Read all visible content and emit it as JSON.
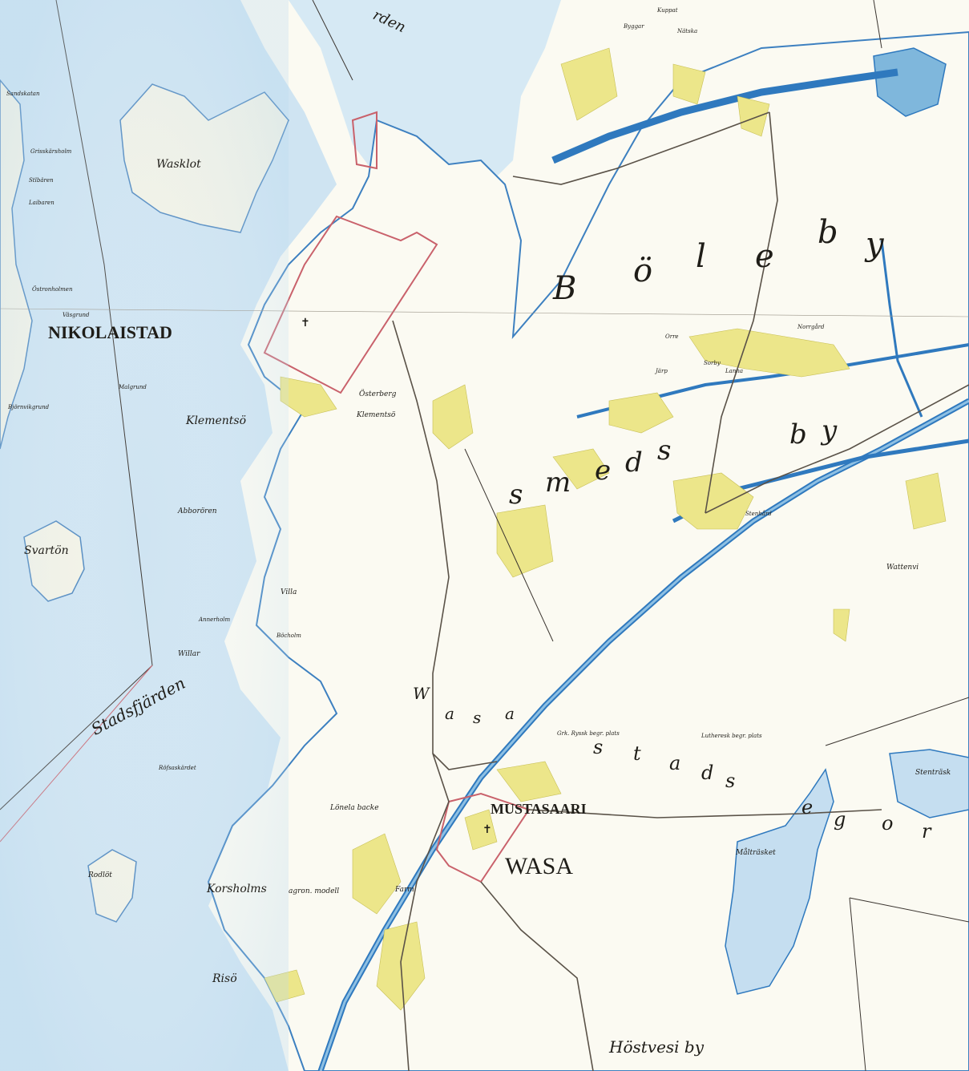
{
  "colors": {
    "paper": "#fbfaf2",
    "water": "#c9e2f1",
    "water_deep": "#7fb7dc",
    "river": "#2f79be",
    "field": "#ece68a",
    "boundary_red": "#c9616b",
    "road": "#5a5248"
  },
  "labels": {
    "nikolaistad": "NIKOLAISTAD",
    "mustasaari": "MUSTASAARI",
    "wasa": "WASA",
    "wasklot": "Wasklot",
    "klementso": "Klementsö",
    "klementso_small": "Klementsö",
    "abbororen": "Abborören",
    "svarton": "Svartön",
    "stadsfjarden": "Stadsfjärden",
    "osterberg": "Österberg",
    "villa": "Villa",
    "willar": "Willar",
    "bocholm": "Böcholm",
    "fjordens": "rden",
    "rodlot": "Rodlöt",
    "korsholms": "Korsholms",
    "agronom": "agron. modell",
    "farm": "Farm",
    "riso": "Risö",
    "lonela": "Lönela backe",
    "hostvesi": "Höstvesi by",
    "maltraksket": "Målträsket",
    "stentrask": "Stenträsk",
    "wattenvi": "Wattenvi",
    "gr_begr": "Grk. Ryssk begr. plats",
    "luth_begr": "Lutheresk begr. plats",
    "malgrund": "Malgrund",
    "bjornvikgrund": "Björnvikgrund",
    "ostronholmen": "Östronholmen",
    "vasgrund": "Väsgrund",
    "grisskarsholm": "Grisskärsholm",
    "sandskatan": "Sandskatan",
    "norrgard": "Norrgård",
    "orre": "Orre",
    "jarp": "Järp",
    "sorby": "Sorby",
    "lanna": "Lanna",
    "stenhard": "Stenhård",
    "rafsaskardet": "Röfsaskärdet",
    "kuppat": "Kuppat",
    "natska": "Nätska",
    "byggar": "Byggar",
    "laibaron": "Laibaren",
    "stlbaron": "Stlbären",
    "annerholm": "Annerholm"
  },
  "district_labels": {
    "bole_by": [
      "B",
      "ö",
      "l",
      "e",
      "b",
      "y"
    ],
    "smeds_by": [
      "s",
      "m",
      "e",
      "d",
      "s",
      "b",
      "y"
    ],
    "wasa_stads_egor": [
      "W",
      "a",
      "s",
      "a",
      "s",
      "t",
      "a",
      "d",
      "s",
      "e",
      "g",
      "o",
      "r"
    ]
  }
}
